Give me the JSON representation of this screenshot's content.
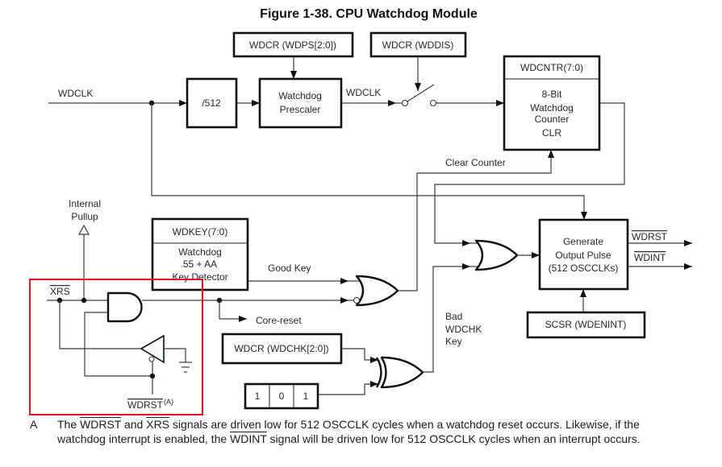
{
  "title": "Figure 1-38. CPU Watchdog Module",
  "blocks": {
    "wdcr_wdps": "WDCR (WDPS[2:0])",
    "wdcr_wddis": "WDCR (WDDIS)",
    "divider": "/512",
    "prescaler": [
      "Watchdog",
      "Prescaler"
    ],
    "counter": {
      "header": "WDCNTR(7:0)",
      "body": [
        "8-Bit",
        "Watchdog",
        "Counter",
        "CLR"
      ]
    },
    "key_detector": {
      "header": "WDKEY(7:0)",
      "body": [
        "Watchdog",
        "55 + AA",
        "Key Detector"
      ]
    },
    "pulse_generator": [
      "Generate",
      "Output Pulse",
      "(512 OSCCLKs)"
    ],
    "scsr": "SCSR (WDENINT)",
    "wdcr_wdchk": "WDCR (WDCHK[2:0])",
    "check_bits": [
      "1",
      "0",
      "1"
    ]
  },
  "labels": {
    "wdclk_input": "WDCLK",
    "wdclk_prescaled": "WDCLK",
    "clear_counter": "Clear Counter",
    "internal_pullup": [
      "Internal",
      "Pullup"
    ],
    "good_key": "Good Key",
    "core_reset": "Core-reset",
    "bad_wdchk_key": [
      "Bad",
      "WDCHK",
      "Key"
    ],
    "xrs": "XRS",
    "wdrst_pin": "WDRST",
    "wdrst_pin_note": "(A)",
    "wdrst_output": "WDRST",
    "wdint_output": "WDINT"
  },
  "highlight_box": {
    "color": "#e8141c"
  },
  "footnote": {
    "marker": "A",
    "line1": [
      {
        "text": "The ",
        "overline": false
      },
      {
        "text": "WDRST",
        "overline": true
      },
      {
        "text": " and ",
        "overline": false
      },
      {
        "text": "XRS",
        "overline": true
      },
      {
        "text": " signals are driven low for 512 OSCCLK cycles when a watchdog reset occurs. Likewise, if the",
        "overline": false
      }
    ],
    "line2": [
      {
        "text": "watchdog interrupt is enabled, the ",
        "overline": false
      },
      {
        "text": "WDINT",
        "overline": true
      },
      {
        "text": " signal will be driven low for 512 OSCCLK cycles when an interrupt occurs.",
        "overline": false
      }
    ]
  }
}
